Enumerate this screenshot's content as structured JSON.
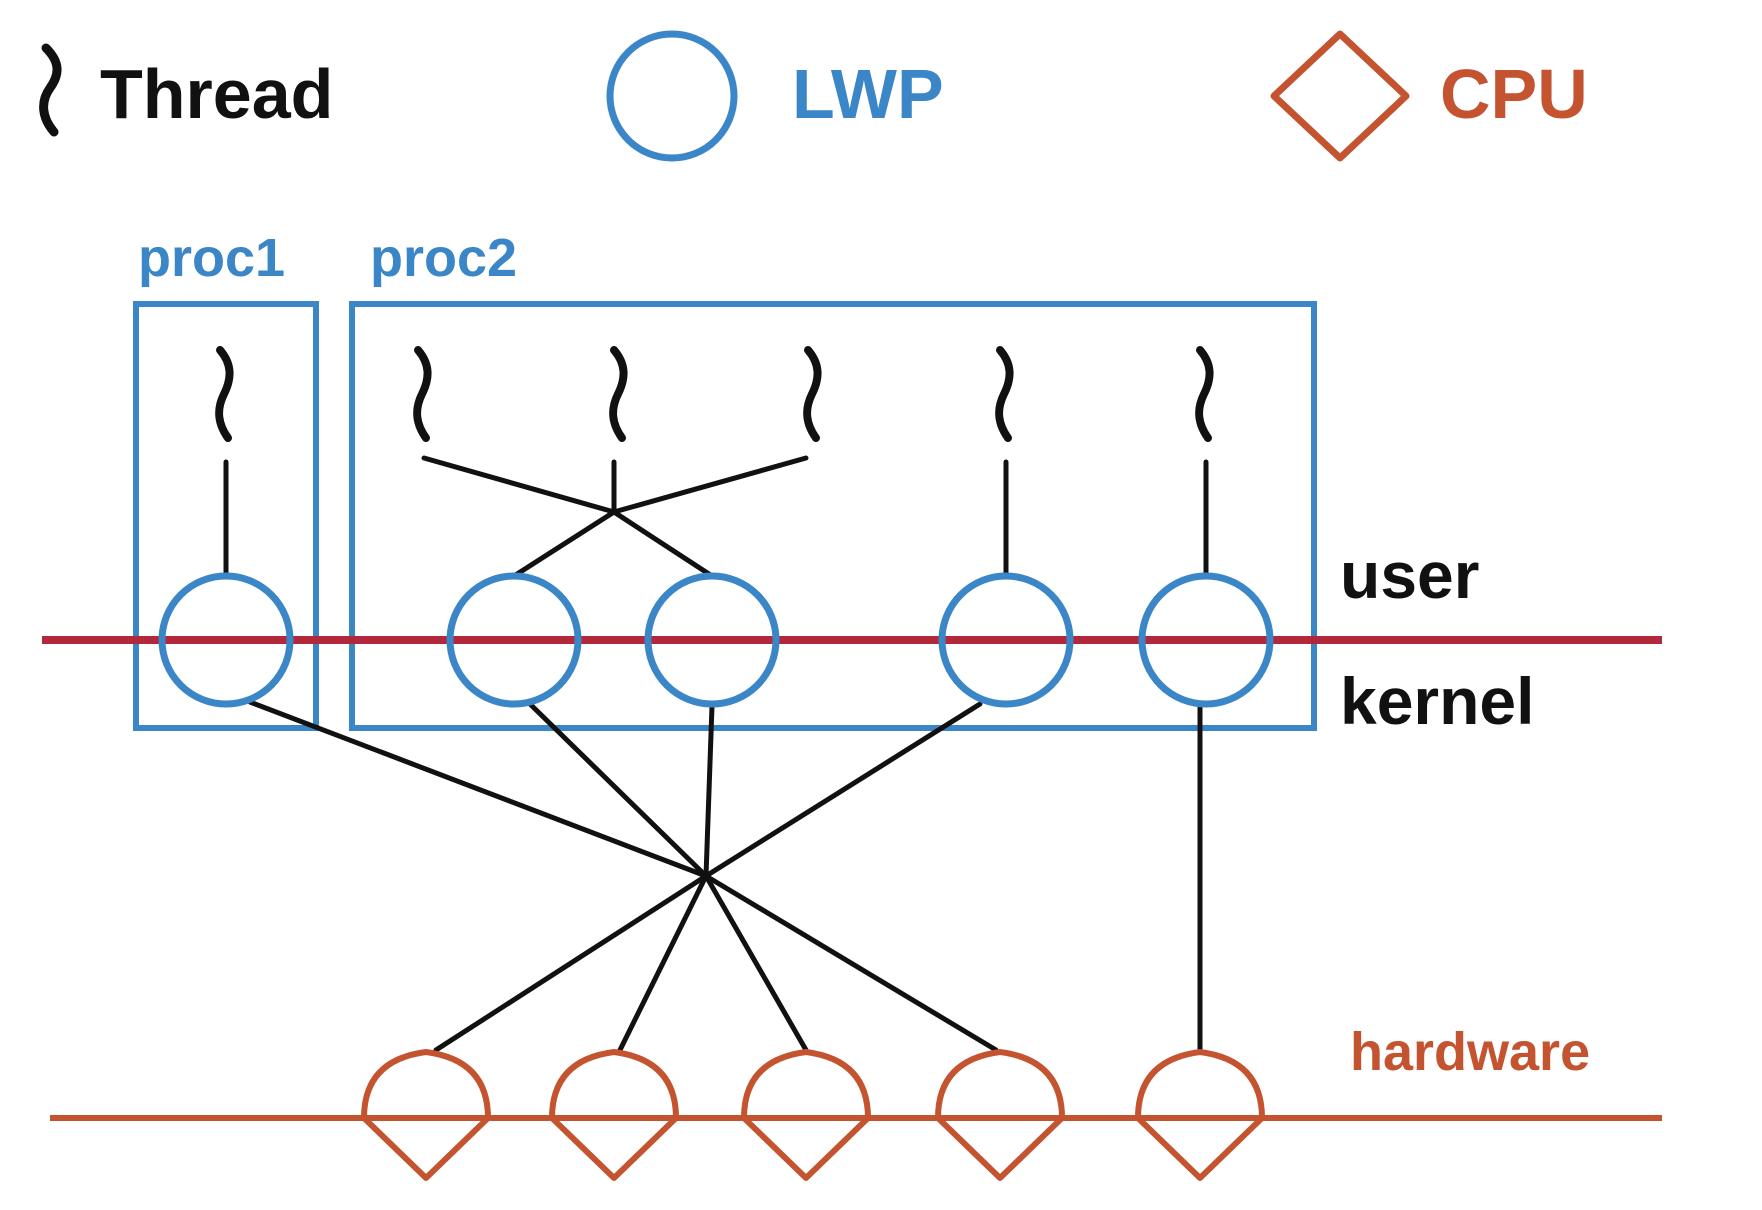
{
  "legend": {
    "thread_label": "Thread",
    "lwp_label": "LWP",
    "cpu_label": "CPU",
    "thread_icon": "wavy-line-icon",
    "lwp_icon": "circle-icon",
    "cpu_icon": "diamond-icon"
  },
  "processes": [
    {
      "label": "proc1"
    },
    {
      "label": "proc2"
    }
  ],
  "boundaries": {
    "user_label": "user",
    "kernel_label": "kernel",
    "hardware_label": "hardware"
  },
  "colors": {
    "thread": "#111111",
    "lwp": "#3a86c6",
    "cpu": "#c4532f",
    "user_kernel_line": "#b0283a",
    "hardware_line": "#c4532f",
    "connector": "#111111"
  }
}
